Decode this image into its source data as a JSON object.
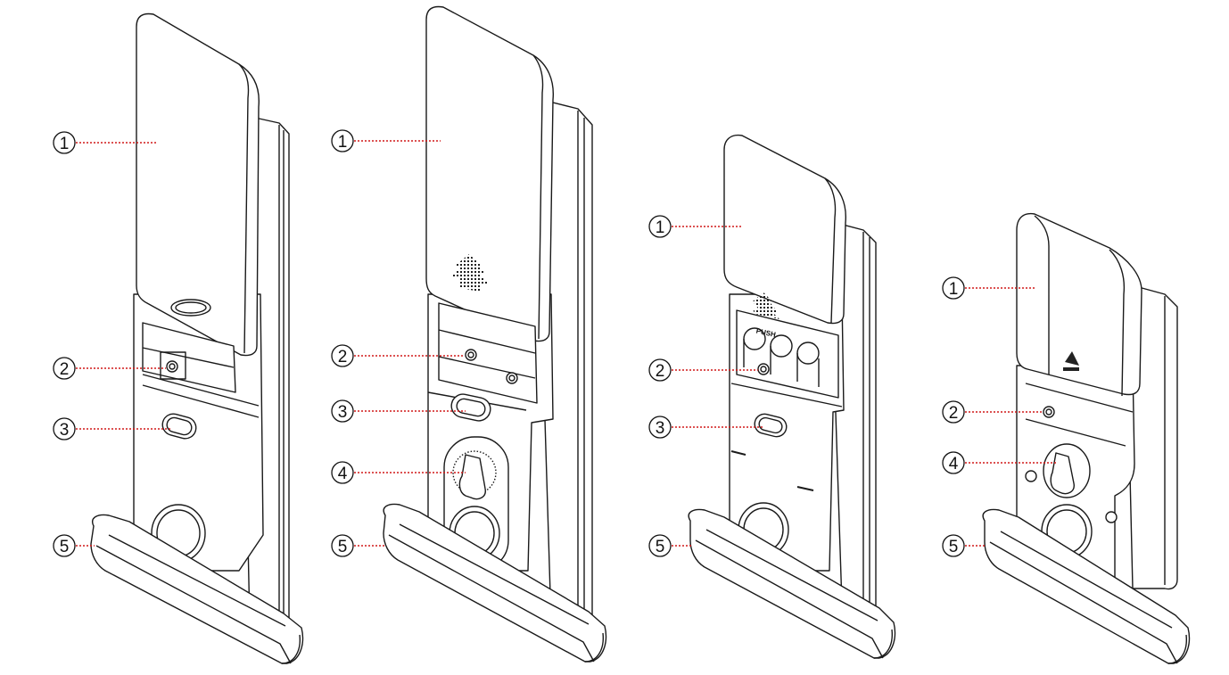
{
  "figures": [
    {
      "id": "lock-a",
      "callouts": [
        {
          "number": "1",
          "part": "cover"
        },
        {
          "number": "2",
          "part": "button"
        },
        {
          "number": "3",
          "part": "release-slot"
        },
        {
          "number": "5",
          "part": "handle"
        }
      ]
    },
    {
      "id": "lock-b",
      "callouts": [
        {
          "number": "1",
          "part": "cover"
        },
        {
          "number": "2",
          "part": "button"
        },
        {
          "number": "3",
          "part": "release-slot"
        },
        {
          "number": "4",
          "part": "thumb-turn"
        },
        {
          "number": "5",
          "part": "handle"
        }
      ]
    },
    {
      "id": "lock-c",
      "push_label": "PUSH",
      "callouts": [
        {
          "number": "1",
          "part": "cover"
        },
        {
          "number": "2",
          "part": "button"
        },
        {
          "number": "3",
          "part": "release-slot"
        },
        {
          "number": "5",
          "part": "handle"
        }
      ]
    },
    {
      "id": "lock-d",
      "callouts": [
        {
          "number": "1",
          "part": "cover"
        },
        {
          "number": "2",
          "part": "button"
        },
        {
          "number": "4",
          "part": "thumb-turn"
        },
        {
          "number": "5",
          "part": "handle"
        }
      ]
    }
  ],
  "colors": {
    "line": "#1a1a1a",
    "leader": "#d01818",
    "fill": "#ffffff"
  }
}
